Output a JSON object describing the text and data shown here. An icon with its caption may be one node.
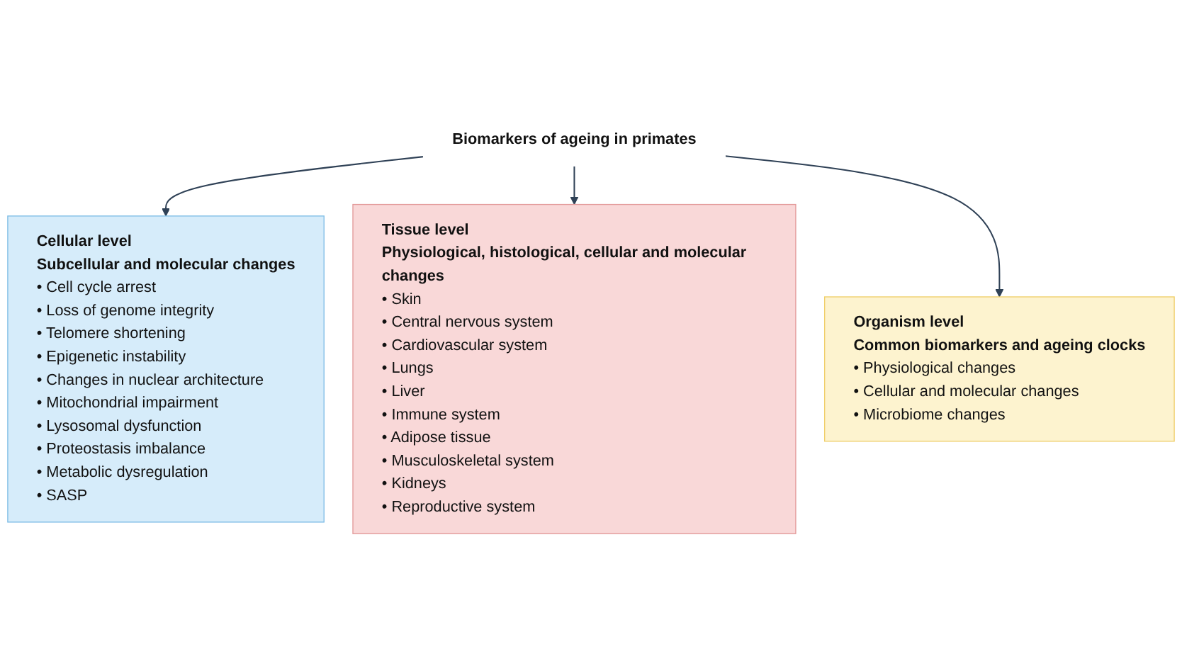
{
  "diagram": {
    "nodes": [
      {
        "text": [
          "Biomarkers of ageing in primates"
        ]
      },
      {
        "text": [
          "Cellular level",
          "Subcellular and molecular changes",
          "• Cell cycle arrest",
          "• Loss of genome integrity",
          "• Telomere shortening",
          "• Epigenetic instability",
          "• Changes in nuclear architecture",
          "• Mitochondrial impairment",
          "• Lysosomal dysfunction",
          "• Proteostasis imbalance",
          "• Metabolic dysregulation",
          "• SASP"
        ]
      },
      {
        "text": [
          "Tissue level",
          "Physiological, histological, cellular and molecular changes",
          "• Skin",
          "• Central nervous system",
          "• Cardiovascular system",
          "• Lungs",
          "• Liver",
          "• Immune system",
          "• Adipose tissue",
          "• Musculoskeletal system",
          "• Kidneys",
          "• Reproductive system"
        ]
      },
      {
        "text": [
          "Organism level",
          "Common biomarkers and ageing clocks",
          "• Physiological changes",
          "• Cellular and molecular changes",
          "• Microbiome changes"
        ]
      }
    ],
    "edges": [
      {
        "from": 0,
        "to": 1,
        "arrow": "to"
      },
      {
        "from": 0,
        "to": 2,
        "arrow": "to"
      },
      {
        "from": 0,
        "to": 3,
        "arrow": "to"
      }
    ]
  }
}
